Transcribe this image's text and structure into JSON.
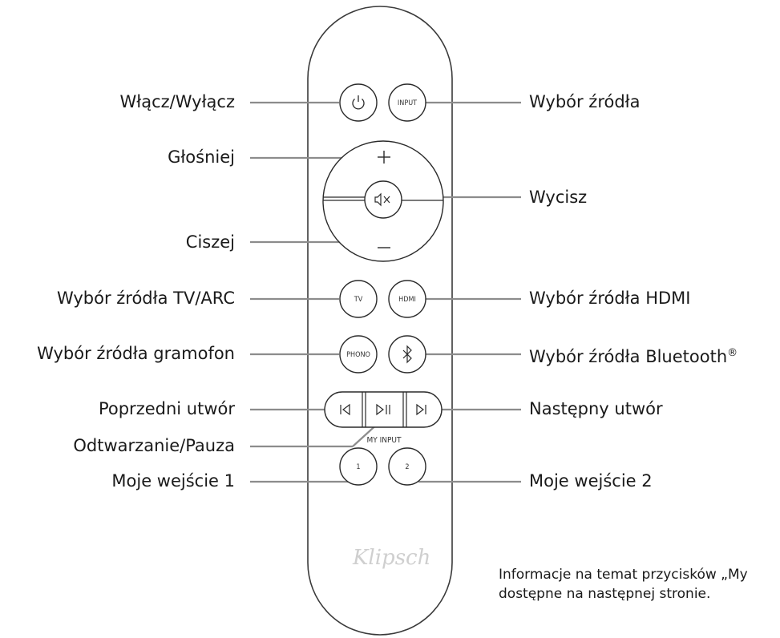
{
  "labels": {
    "power": "Włącz/Wyłącz",
    "volume_up": "Głośniej",
    "volume_down": "Ciszej",
    "tv_arc": "Wybór źródła TV/ARC",
    "phono": "Wybór źródła gramofon",
    "prev": "Poprzedni utwór",
    "play_pause": "Odtwarzanie/Pauza",
    "my_input_1": "Moje wejście 1",
    "input": "Wybór źródła",
    "mute": "Wycisz",
    "hdmi": "Wybór źródła HDMI",
    "bluetooth": "Wybór źródła Bluetooth",
    "bluetooth_mark": "®",
    "next": "Następny utwór",
    "my_input_2": "Moje wejście 2"
  },
  "remote_text": {
    "input_button": "INPUT",
    "tv_button": "TV",
    "hdmi_button": "HDMI",
    "phono_button": "PHONO",
    "my_input_heading": "MY INPUT",
    "button_1": "1",
    "button_2": "2",
    "logo": "Klipsch"
  },
  "note": {
    "line1": "Informacje na temat przycisków „My",
    "line2": "dostępne na następnej stronie."
  }
}
